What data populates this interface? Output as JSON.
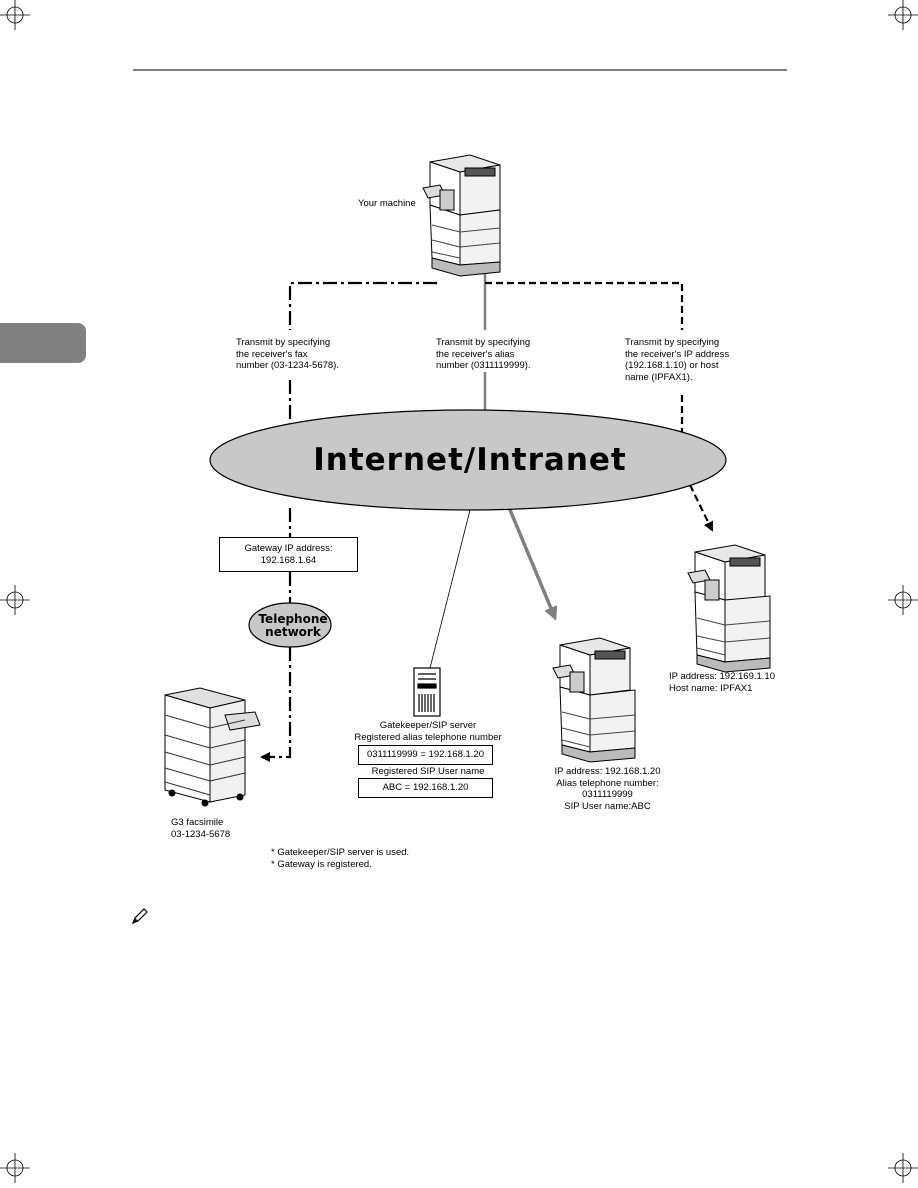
{
  "diagram": {
    "your_machine_label": "Your machine",
    "route_fax_text": "Transmit by specifying\nthe receiver's fax\nnumber (03-1234-5678).",
    "route_alias_text": "Transmit by specifying\nthe receiver's alias\nnumber (0311119999).",
    "route_ip_text": "Transmit by specifying\nthe receiver's IP address\n(192.168.1.10) or host\nname (IPFAX1).",
    "network_label": "Internet/Intranet",
    "gateway_box": "Gateway IP address:\n192.168.1.64",
    "telephone_network_label": "Telephone\nnetwork",
    "g3_label": "G3 facsimile\n03-1234-5678",
    "server_label": "Gatekeeper/SIP server\nRegistered alias telephone number",
    "alias_registration_box": "0311119999 = 192.168.1.20",
    "sip_user_heading": "Registered SIP User name",
    "sip_registration_box": "ABC = 192.168.1.20",
    "receiver1_label": "IP address: 192.168.1.20\nAlias telephone number:\n0311119999\nSIP User name:ABC",
    "receiver2_label": "IP address: 192.169.1.10\nHost name: IPFAX1",
    "footnotes": "* Gatekeeper/SIP server is used.\n* Gateway is registered."
  },
  "colors": {
    "network_fill": "#c8c8c8",
    "arrow_gray": "#7f7f7f",
    "tab_gray": "#808080"
  }
}
